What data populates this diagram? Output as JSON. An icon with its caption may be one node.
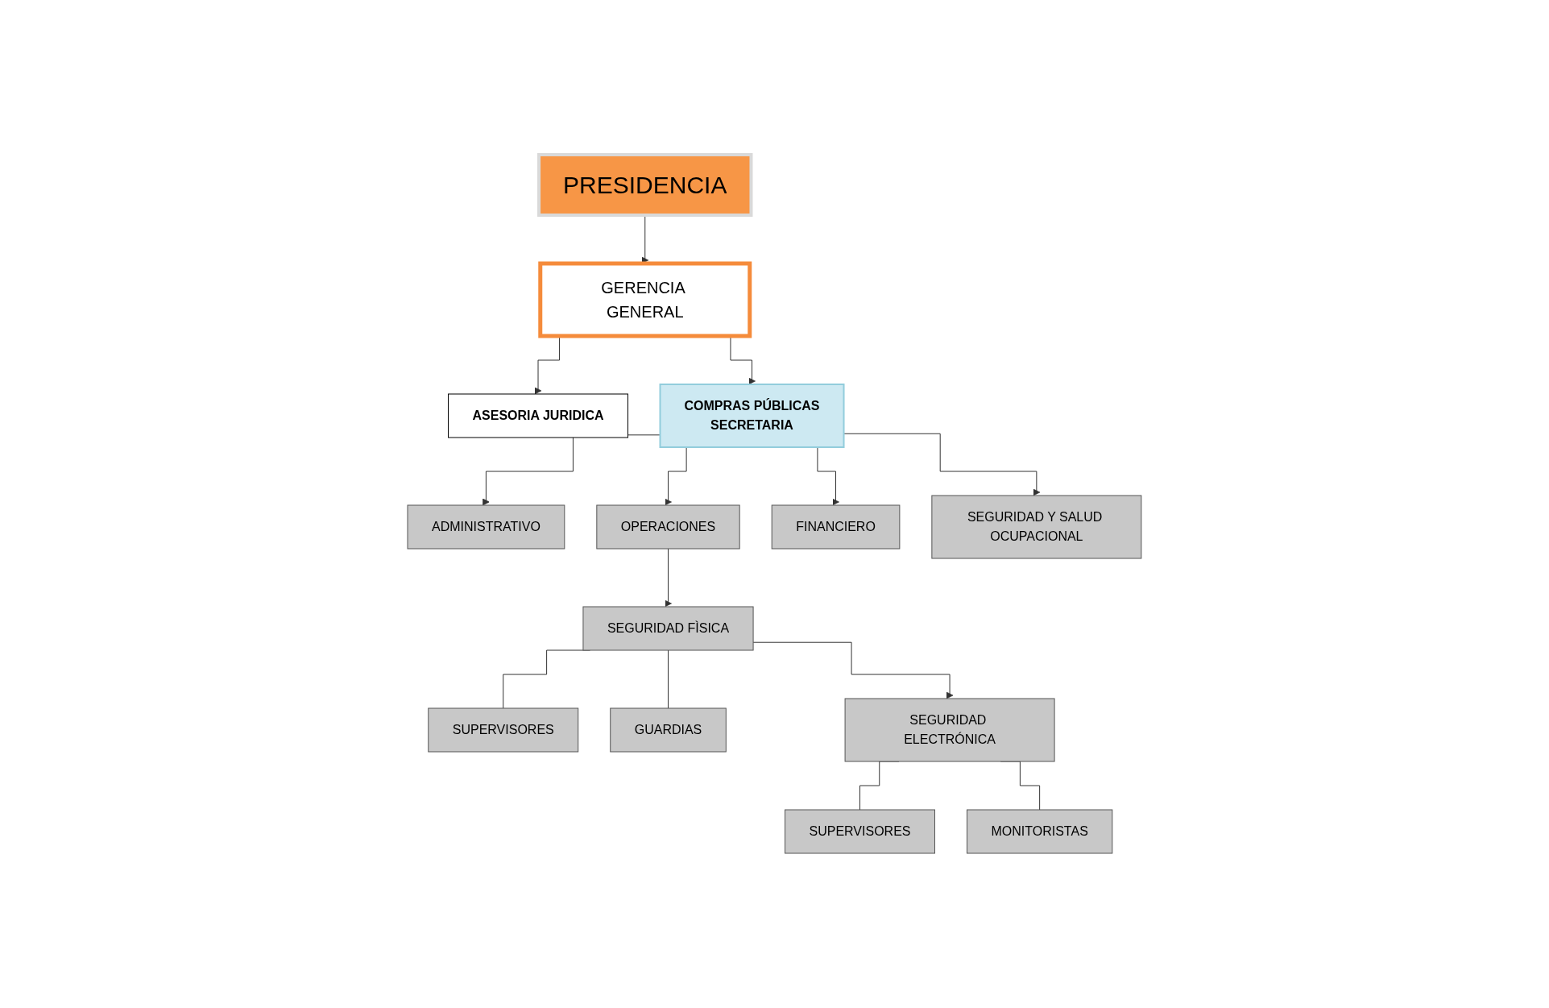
{
  "diagram": {
    "nodes": [
      {
        "text": [
          "PRESIDENCIA"
        ]
      },
      {
        "text": [
          "GERENCIA GENERAL"
        ]
      },
      {
        "text": [
          "ASESORIA JURIDICA"
        ]
      },
      {
        "text": [
          "COMPRAS PÚBLICAS",
          "SECRETARIA"
        ]
      },
      {
        "text": [
          "ADMINISTRATIVO"
        ]
      },
      {
        "text": [
          "OPERACIONES"
        ]
      },
      {
        "text": [
          "FINANCIERO"
        ]
      },
      {
        "text": [
          "SEGURIDAD Y SALUD OCUPACIONAL"
        ]
      },
      {
        "text": [
          "SEGURIDAD FÌSICA"
        ]
      },
      {
        "text": [
          "SUPERVISORES"
        ]
      },
      {
        "text": [
          "GUARDIAS"
        ]
      },
      {
        "text": [
          "SEGURIDAD ELECTRÓNICA"
        ]
      },
      {
        "text": [
          "SUPERVISORES"
        ]
      },
      {
        "text": [
          "MONITORISTAS"
        ]
      }
    ],
    "edges": [
      {
        "from": 0,
        "to": 1,
        "arrow": "to"
      },
      {
        "from": 1,
        "to": 2,
        "arrow": "to"
      },
      {
        "from": 1,
        "to": 3,
        "arrow": "to"
      },
      {
        "from": 3,
        "to": 4,
        "arrow": "to"
      },
      {
        "from": 3,
        "to": 5,
        "arrow": "to"
      },
      {
        "from": 3,
        "to": 6,
        "arrow": "to"
      },
      {
        "from": 3,
        "to": 7,
        "arrow": "to"
      },
      {
        "from": 5,
        "to": 8,
        "arrow": "to"
      },
      {
        "from": 8,
        "to": 9,
        "arrow": "none"
      },
      {
        "from": 8,
        "to": 10,
        "arrow": "none"
      },
      {
        "from": 8,
        "to": 11,
        "arrow": "to"
      },
      {
        "from": 11,
        "to": 12,
        "arrow": "none"
      },
      {
        "from": 11,
        "to": 13,
        "arrow": "none"
      }
    ]
  }
}
